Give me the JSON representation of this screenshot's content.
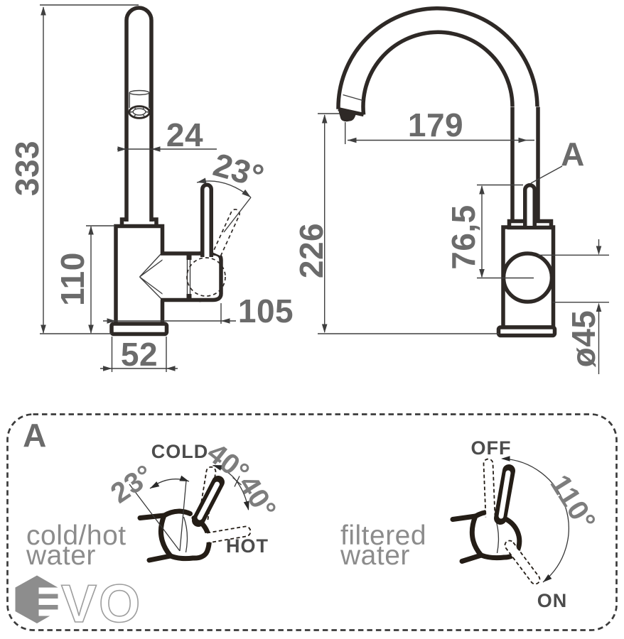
{
  "side_view": {
    "overall_height": "333",
    "spout_diameter": "24",
    "handle_angle": "23°",
    "body_height": "110",
    "handle_reach": "105",
    "base_width": "52"
  },
  "front_view": {
    "spout_reach": "179",
    "spout_height": "226",
    "handle_height": "76,5",
    "detail_marker": "A",
    "base_diameter": "ø45"
  },
  "detail_panel": {
    "marker": "A",
    "cold_hot": {
      "caption": [
        "cold/hot",
        "water"
      ],
      "cold": "COLD",
      "hot": "HOT",
      "swivel_angle": "23°",
      "cold_angle": "40°",
      "hot_angle": "40°"
    },
    "filtered": {
      "caption": [
        "filtered",
        "water"
      ],
      "off": "OFF",
      "on": "ON",
      "rotation_angle": "110°"
    }
  },
  "logo": {
    "text": "VO"
  },
  "colors": {
    "line": "#2e2926",
    "dim_text": "#6b6b6b",
    "label_dark": "#4c4c4c",
    "caption": "#8c8c8c",
    "muted": "#a3a3a3",
    "logo": "#8d8d8d"
  }
}
